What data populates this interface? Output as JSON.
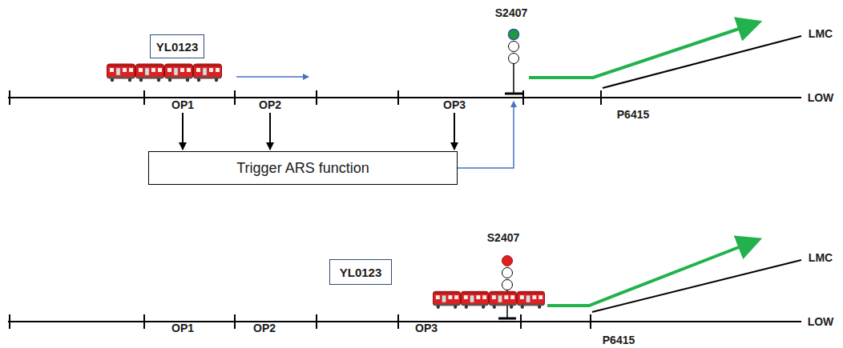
{
  "diagram": {
    "nodes": [
      {
        "text": [
          "YL0123"
        ]
      },
      {
        "text": [
          "Trigger ARS function"
        ]
      },
      {
        "text": [
          "YL0123"
        ]
      }
    ],
    "labels": [
      "S2407",
      "LMC",
      "OP1",
      "OP2",
      "OP3",
      "P6415",
      "LOW",
      "S2407",
      "OP1",
      "OP2",
      "OP3",
      "P6415",
      "LMC",
      "LOW"
    ]
  }
}
